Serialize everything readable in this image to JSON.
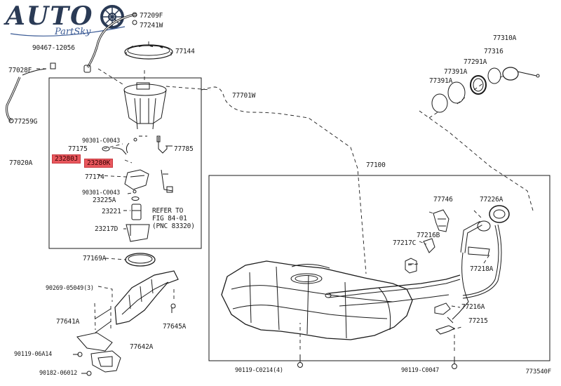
{
  "logo": {
    "brand": "AUTO",
    "sub": "PartSky"
  },
  "diagram_code": "773540F",
  "refer_note": [
    "REFER TO",
    "FIG 84-01",
    "(PNC 83320)"
  ],
  "highlight_color": "#e8575d",
  "labels": {
    "p77209F": "77209F",
    "p77241W": "77241W",
    "p90467": "90467-12056",
    "p77144": "77144",
    "p77028F": "77028F",
    "p77259G": "77259G",
    "p77701W": "77701W",
    "p77310A": "77310A",
    "p77316": "77316",
    "p77291A": "77291A",
    "p77391A_1": "77391A",
    "p77391A_2": "77391A",
    "p90301_1": "90301-C0043",
    "p77175": "77175",
    "p77785": "77785",
    "p77020A": "77020A",
    "p23280J": "23280J",
    "p23280K": "23280K",
    "p77174": "77174",
    "p90301_2": "90301-C0043",
    "p23225A": "23225A",
    "p23221": "23221",
    "p23217D": "23217D",
    "p77100": "77100",
    "p77746": "77746",
    "p77226A": "77226A",
    "p77216B": "77216B",
    "p77217C": "77217C",
    "p77218A": "77218A",
    "p77169A": "77169A",
    "p90269": "90269-05049(3)",
    "p77641A": "77641A",
    "p77645A": "77645A",
    "p77642A": "77642A",
    "p90119_06A14": "90119-06A14",
    "p90182": "90182-06012",
    "p77216A": "77216A",
    "p77215": "77215",
    "p90119_C0214": "90119-C0214(4)",
    "p90119_C0047": "90119-C0047"
  }
}
